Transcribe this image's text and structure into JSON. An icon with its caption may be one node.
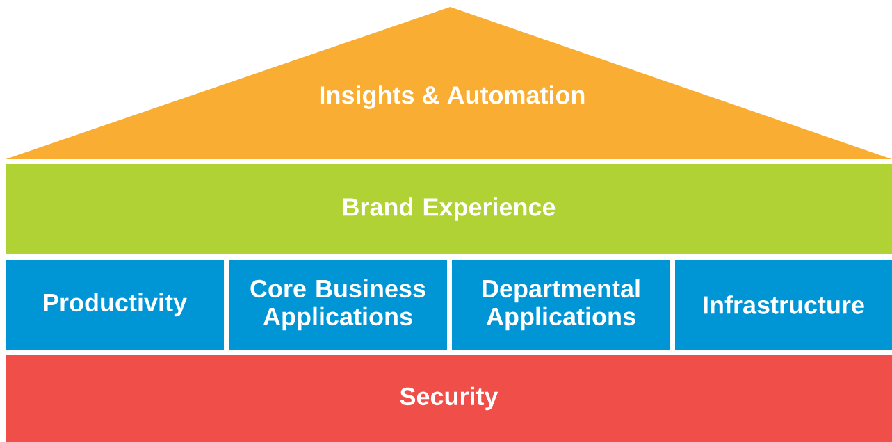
{
  "diagram": {
    "nodes": [
      {
        "text": [
          "Insights & Automation"
        ]
      },
      {
        "text": [
          "Brand Experience"
        ]
      },
      {
        "text": [
          "Productivity"
        ]
      },
      {
        "text": [
          "Core Business Applications"
        ]
      },
      {
        "text": [
          "Departmental Applications"
        ]
      },
      {
        "text": [
          "Infrastructure"
        ]
      },
      {
        "text": [
          "Security"
        ]
      }
    ]
  }
}
